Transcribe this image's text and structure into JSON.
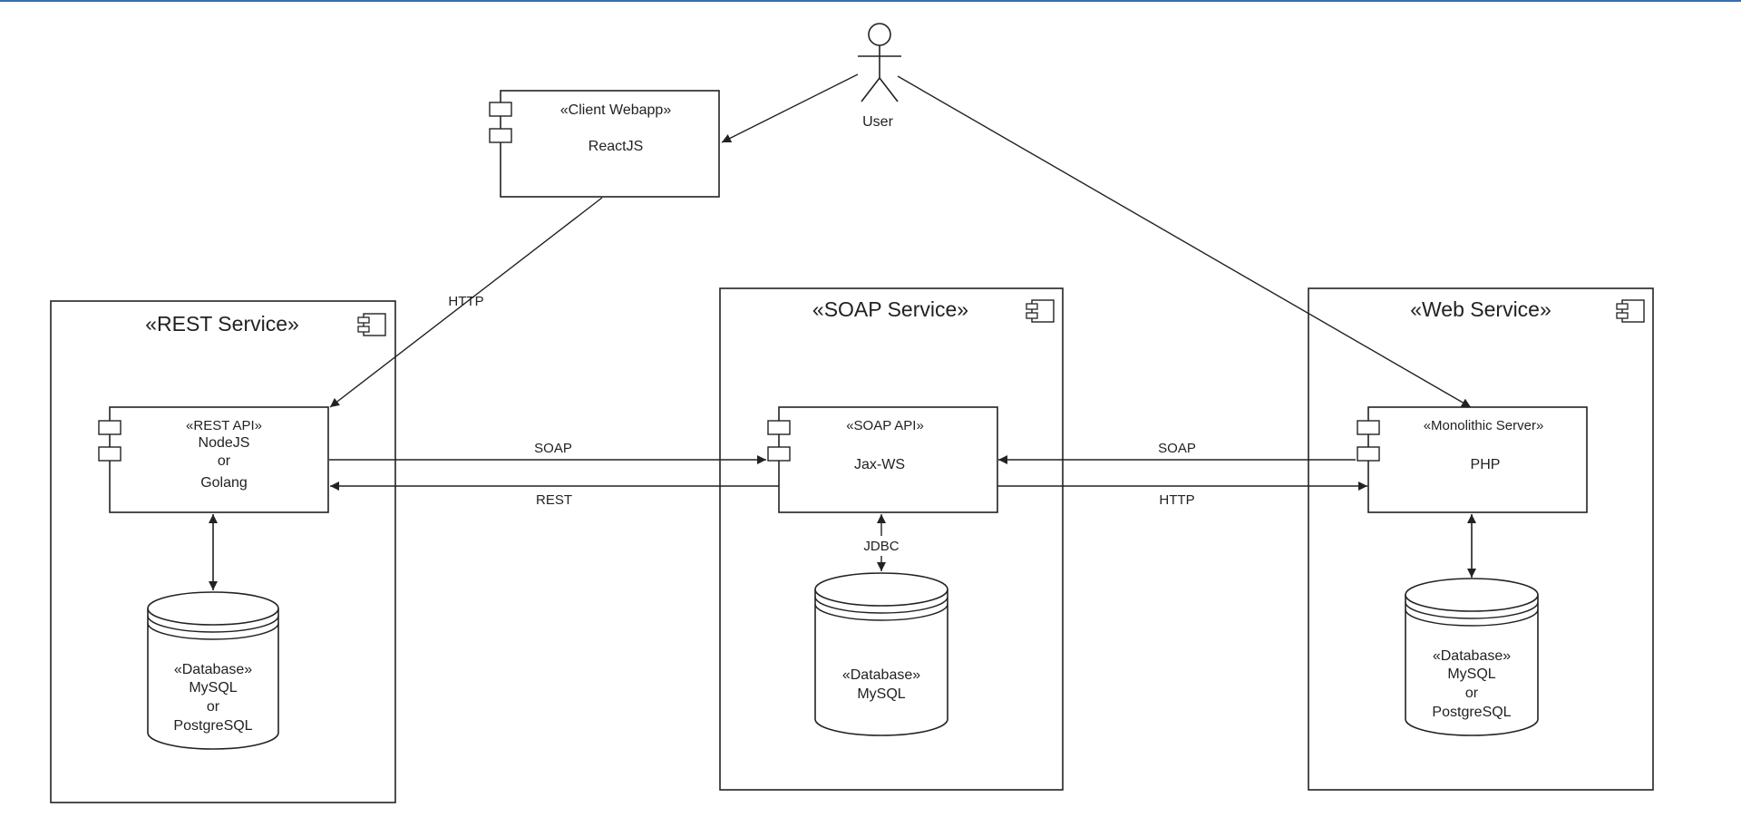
{
  "actor": {
    "label": "User"
  },
  "client": {
    "stereotype": "«Client Webapp»",
    "name": "ReactJS"
  },
  "rest_service": {
    "title": "«REST Service»",
    "api": {
      "stereotype": "«REST API»",
      "line1": "NodeJS",
      "line2": "or",
      "line3": "Golang"
    },
    "db": {
      "stereotype": "«Database»",
      "line1": "MySQL",
      "line2": "or",
      "line3": "PostgreSQL"
    }
  },
  "soap_service": {
    "title": "«SOAP Service»",
    "api": {
      "stereotype": "«SOAP API»",
      "name": "Jax-WS"
    },
    "db": {
      "stereotype": "«Database»",
      "line1": "MySQL"
    }
  },
  "web_service": {
    "title": "«Web Service»",
    "server": {
      "stereotype": "«Monolithic Server»",
      "name": "PHP"
    },
    "db": {
      "stereotype": "«Database»",
      "line1": "MySQL",
      "line2": "or",
      "line3": "PostgreSQL"
    }
  },
  "edges": {
    "client_to_rest": "HTTP",
    "rest_to_soap": "SOAP",
    "soap_to_rest": "REST",
    "web_to_soap": "SOAP",
    "soap_to_web": "HTTP",
    "soap_api_db": "JDBC"
  },
  "colors": {
    "line": "#222222",
    "accent_bar": "#3a6ea5"
  }
}
